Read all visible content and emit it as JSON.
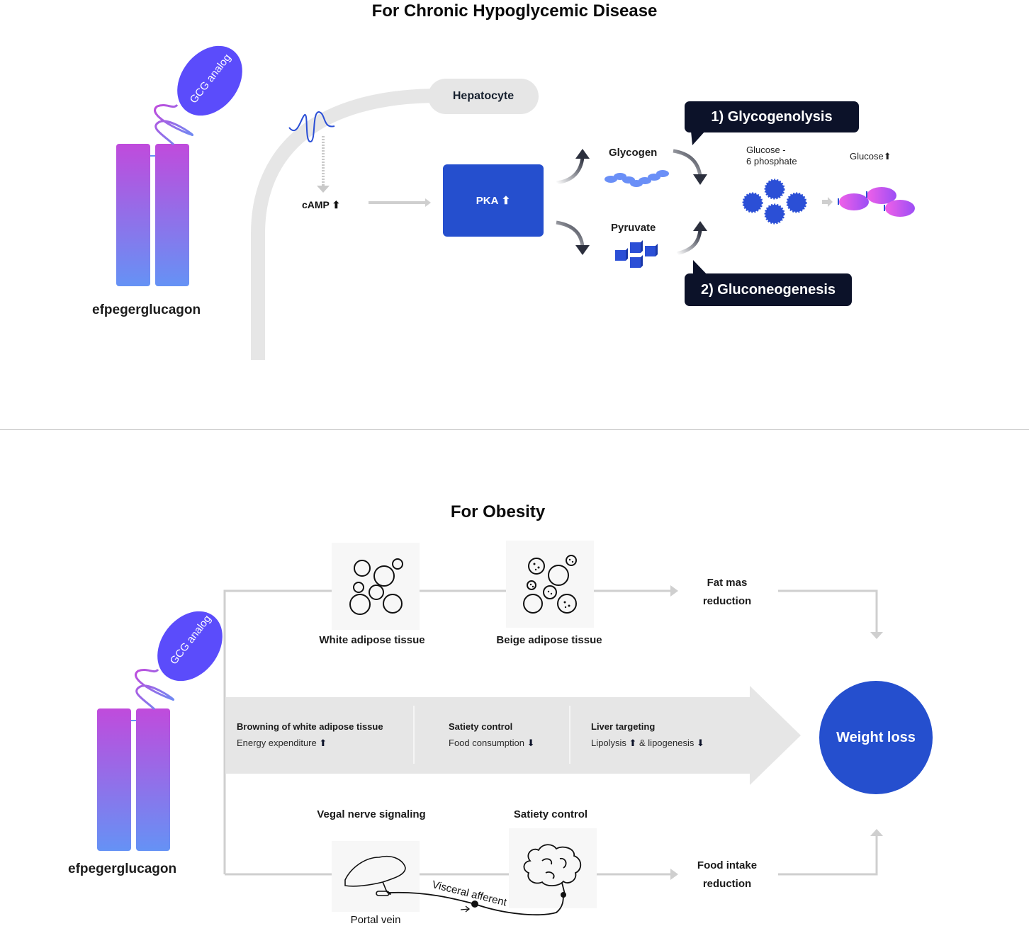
{
  "section1": {
    "title": "For Chronic Hypoglycemic Disease",
    "drug": {
      "name": "efpegerglucagon",
      "ligand": "GCG analog"
    },
    "hepatocyte": "Hepatocyte",
    "camp": "cAMP",
    "pka": "PKA",
    "glycogen": "Glycogen",
    "pyruvate": "Pyruvate",
    "pathway1": "1) Glycogenolysis",
    "pathway2": "2) Gluconeogenesis",
    "g6p_line1": "Glucose -",
    "g6p_line2": "6 phosphate",
    "glucose": "Glucose",
    "up_symbol": "⬆"
  },
  "section2": {
    "title": "For Obesity",
    "drug": {
      "name": "efpegerglucagon",
      "ligand": "GCG analog"
    },
    "white_adipose": "White adipose tissue",
    "beige_adipose": "Beige adipose tissue",
    "fat_mass_line1": "Fat mas",
    "fat_mass_line2": "reduction",
    "band": [
      {
        "heading": "Browning of white adipose tissue",
        "sub": "Energy expenditure",
        "arrow": "up"
      },
      {
        "heading": "Satiety control",
        "sub": "Food consumption",
        "arrow": "down"
      },
      {
        "heading": "Liver targeting",
        "sub": "Lipolysis",
        "sub2": "& lipogenesis"
      }
    ],
    "weight_loss": "Weight loss",
    "vagal": "Vegal nerve signaling",
    "satiety": "Satiety control",
    "portal_vein": "Portal vein",
    "visceral": "Visceral afferent",
    "food_intake_line1": "Food intake",
    "food_intake_line2": "reduction",
    "up_symbol": "⬆",
    "down_symbol": "⬇"
  },
  "colors": {
    "accent_blue": "#254fce",
    "ligand_purple": "#5b4cfb",
    "dark_navy": "#0c1229",
    "receptor_top": "#c04bdc",
    "receptor_bottom": "#6592f5",
    "gray_line": "#cfcfcf"
  }
}
